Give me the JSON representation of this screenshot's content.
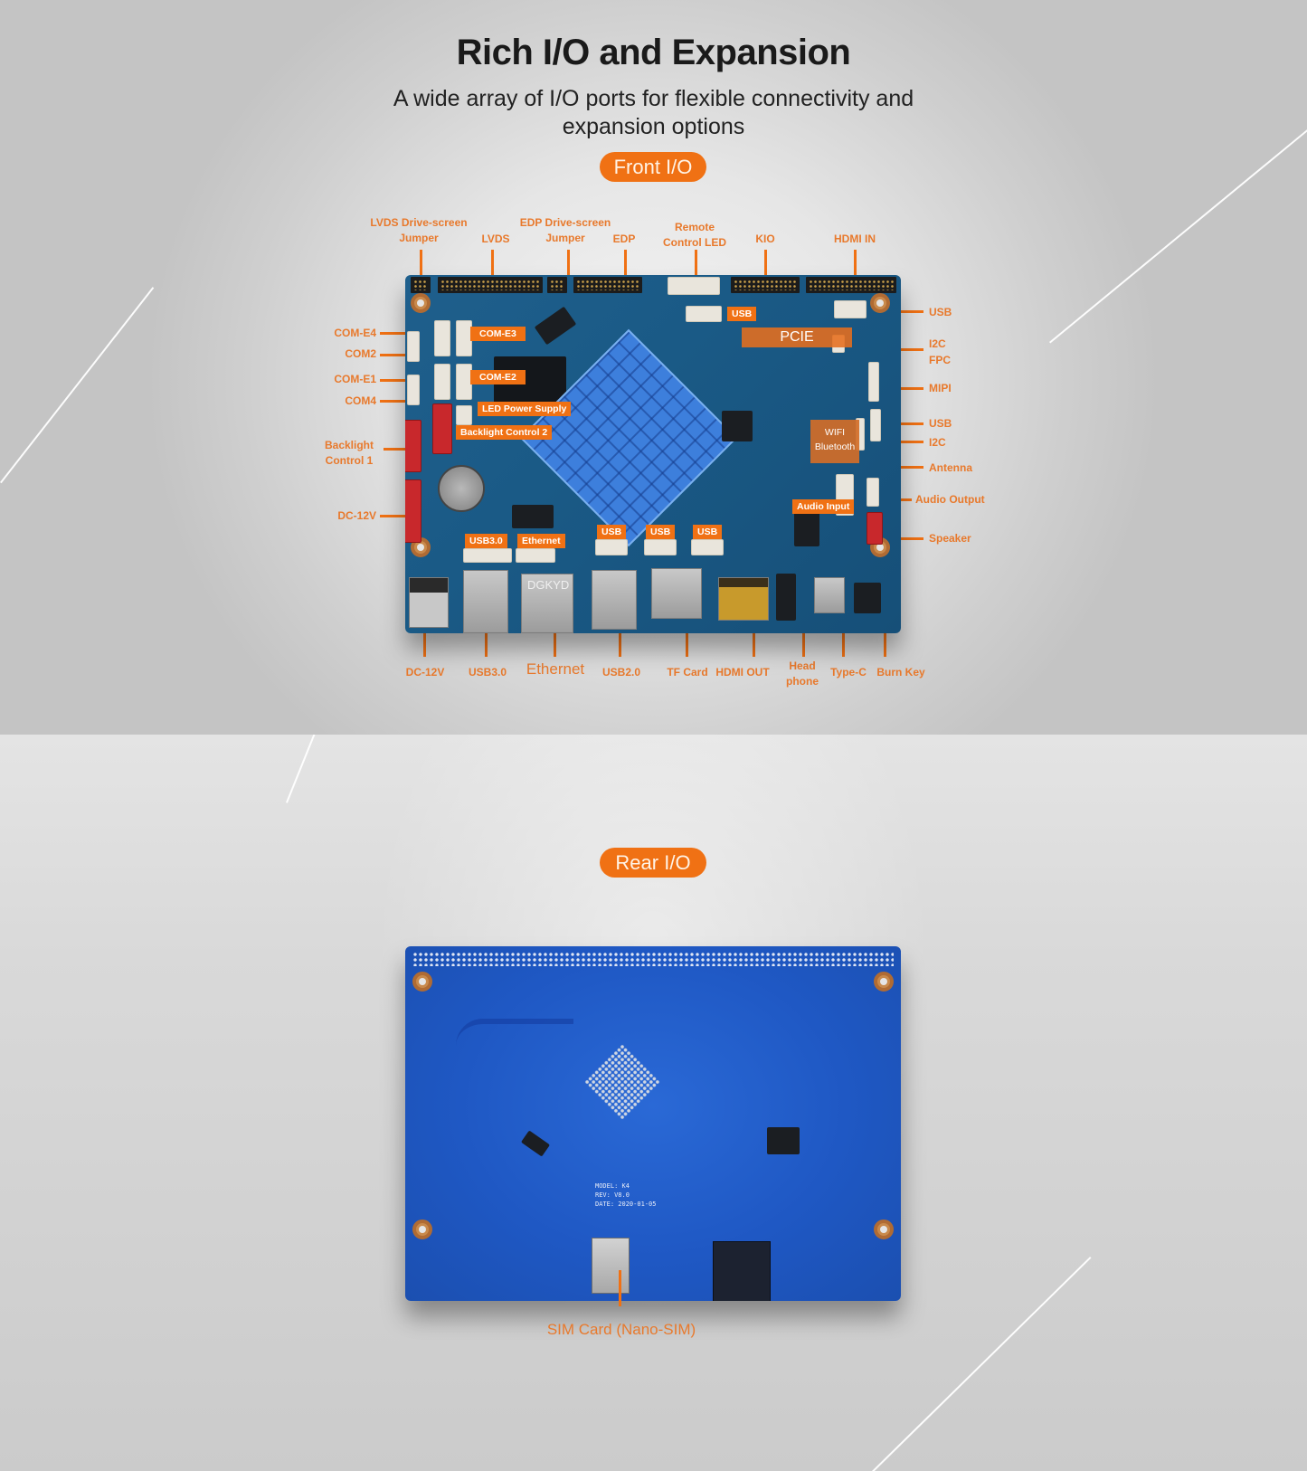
{
  "header": {
    "title": "Rich I/O and Expansion",
    "subtitle_line1": "A wide array of I/O ports for flexible connectivity and",
    "subtitle_line2": "expansion options"
  },
  "front": {
    "pill_label": "Front I/O",
    "top_labels": [
      {
        "line1": "LVDS Drive-screen",
        "line2": "Jumper"
      },
      {
        "line1": "",
        "line2": "LVDS"
      },
      {
        "line1": "EDP Drive-screen",
        "line2": "Jumper"
      },
      {
        "line1": "",
        "line2": "EDP"
      },
      {
        "line1": "Remote",
        "line2": "Control LED"
      },
      {
        "line1": "",
        "line2": "KIO"
      },
      {
        "line1": "",
        "line2": "HDMI IN"
      }
    ],
    "left_labels": [
      "COM-E4",
      "COM2",
      "COM-E1",
      "COM4",
      "Backlight",
      "Control 1",
      "DC-12V"
    ],
    "right_labels": [
      "USB",
      "I2C",
      "FPC",
      "MIPI",
      "USB",
      "I2C",
      "Antenna",
      "Audio Output",
      "Speaker"
    ],
    "bottom_labels": [
      "DC-12V",
      "USB3.0",
      "Ethernet",
      "USB2.0",
      "TF Card",
      "HDMI OUT",
      "Head",
      "phone",
      "Type-C",
      "Burn Key"
    ],
    "board_tags": {
      "com_e3": "COM-E3",
      "com_e2": "COM-E2",
      "led_power": "LED Power Supply",
      "backlight2": "Backlight Control 2",
      "usb_top": "USB",
      "pcie": "PCIE",
      "wifi": "WIFI",
      "bluetooth": "Bluetooth",
      "audio_input": "Audio Input",
      "usb30": "USB3.0",
      "ethernet": "Ethernet",
      "usb_a": "USB",
      "usb_b": "USB",
      "usb_c": "USB",
      "rj45_brand": "DGKYD"
    }
  },
  "rear": {
    "pill_label": "Rear I/O",
    "sim_label": "SIM Card (Nano-SIM)",
    "silkscreen": {
      "model": "MODEL: K4",
      "rev": "REV: V8.0",
      "date": "DATE: 2020-01-05"
    }
  },
  "colors": {
    "accent": "#f07114",
    "label_text": "#e8792c",
    "title_text": "#1a1a1a",
    "front_pcb": "#1a5a86",
    "rear_pcb": "#1f58c4"
  }
}
